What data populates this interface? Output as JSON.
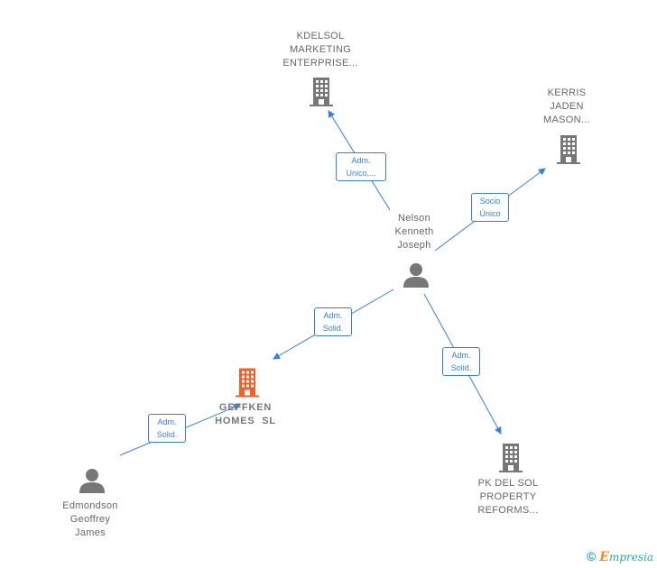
{
  "nodes": {
    "kdelsol": {
      "label_lines": [
        "KDELSOL",
        "MARKETING",
        "ENTERPRISE..."
      ]
    },
    "kerris": {
      "label_lines": [
        "KERRIS",
        "JADEN",
        "MASON..."
      ]
    },
    "nelson": {
      "label_lines": [
        "Nelson",
        "Kenneth",
        "Joseph"
      ]
    },
    "geffken": {
      "label_lines": [
        "GEFFKEN",
        "HOMES  SL"
      ]
    },
    "pk_del_sol": {
      "label_lines": [
        "PK DEL SOL",
        "PROPERTY",
        "REFORMS..."
      ]
    },
    "edmondson": {
      "label_lines": [
        "Edmondson",
        "Geoffrey",
        "James"
      ]
    }
  },
  "edges": {
    "nelson_kdelsol": {
      "label_lines": [
        "Adm.",
        "Unico,..."
      ]
    },
    "nelson_kerris": {
      "label_lines": [
        "Socio",
        "Único"
      ]
    },
    "nelson_geffken": {
      "label_lines": [
        "Adm.",
        "Solid."
      ]
    },
    "nelson_pk": {
      "label_lines": [
        "Adm.",
        "Solid."
      ]
    },
    "edmondson_geffken": {
      "label_lines": [
        "Adm.",
        "Solid."
      ]
    }
  },
  "footer": {
    "copyright_symbol": "©",
    "brand_initial": "E",
    "brand_rest": "mpresia"
  },
  "colors": {
    "edge": "#3a7fd5",
    "company_icon": "#777777",
    "focus_company_icon": "#f0602a",
    "person_icon": "#777777"
  }
}
